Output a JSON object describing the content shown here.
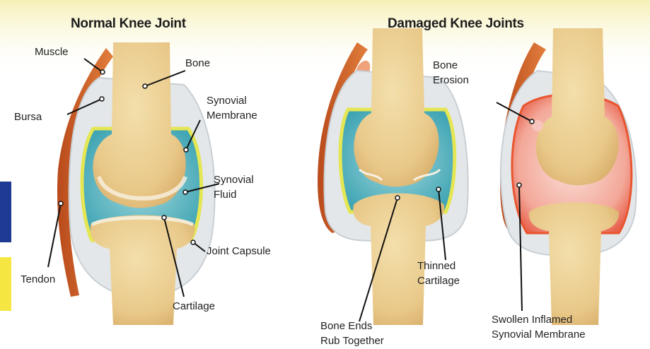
{
  "titles": {
    "normal": "Normal Knee Joint",
    "damaged": "Damaged Knee Joints"
  },
  "labels": {
    "muscle": "Muscle",
    "bursa": "Bursa",
    "tendon": "Tendon",
    "bone": "Bone",
    "synovial_membrane": [
      "Synovial",
      "Membrane"
    ],
    "synovial_fluid": [
      "Synovial",
      "Fluid"
    ],
    "joint_capsule": "Joint Capsule",
    "cartilage": "Cartilage",
    "bone_erosion": [
      "Bone",
      "Erosion"
    ],
    "thinned_cartilage": [
      "Thinned",
      "Cartilage"
    ],
    "bone_ends_rub": [
      "Bone Ends",
      "Rub Together"
    ],
    "swollen_membrane": [
      "Swollen Inflamed",
      "Synovial Membrane"
    ]
  },
  "colors": {
    "bone": "#f0d9a2",
    "synovial_fluid": "#5fb9c4",
    "synovial_membrane": "#e4e653",
    "muscle": "#d4682e",
    "inflamed": "#f08a7a",
    "side_tab_blue": "#1f3a93",
    "side_tab_yellow": "#f5e642"
  }
}
